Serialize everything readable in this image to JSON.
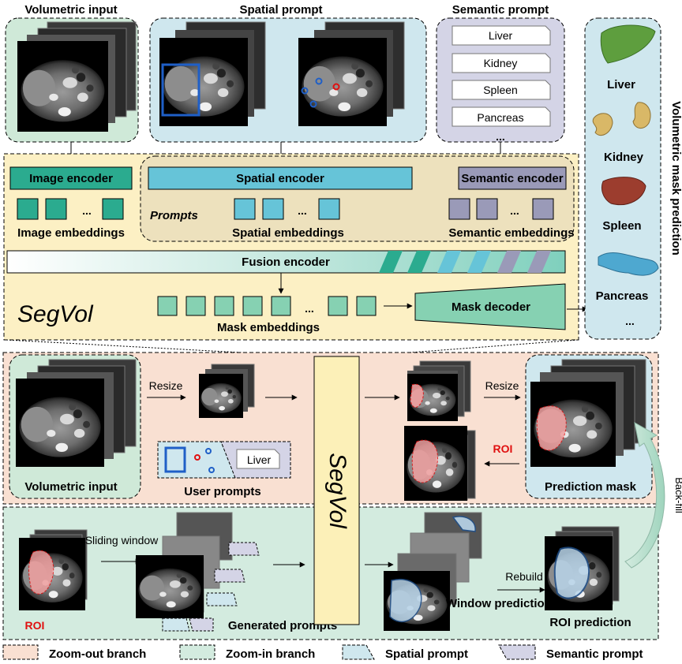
{
  "top": {
    "volumetric_input": "Volumetric input",
    "spatial_prompt": "Spatial prompt",
    "semantic_prompt": "Semantic prompt",
    "semantic_items": [
      "Liver",
      "Kidney",
      "Spleen",
      "Pancreas"
    ],
    "ellipsis": "..."
  },
  "encoders": {
    "image_encoder": "Image encoder",
    "spatial_encoder": "Spatial encoder",
    "semantic_encoder": "Semantic encoder",
    "prompts": "Prompts",
    "image_embeddings": "Image embeddings",
    "spatial_embeddings": "Spatial embeddings",
    "semantic_embeddings": "Semantic embeddings",
    "fusion_encoder": "Fusion encoder",
    "model_name": "SegVol",
    "mask_embeddings": "Mask embeddings",
    "mask_decoder": "Mask decoder",
    "ellipsis": "..."
  },
  "right_panel": {
    "title": "Volumetric mask prediction",
    "organs": [
      "Liver",
      "Kidney",
      "Spleen",
      "Pancreas"
    ],
    "ellipsis": "..."
  },
  "zoom_out": {
    "volumetric_input": "Volumetric input",
    "resize_in": "Resize",
    "resize_out": "Resize",
    "user_prompts": "User prompts",
    "user_prompt_text": "Liver",
    "roi": "ROI",
    "prediction_mask": "Prediction mask",
    "center_model": "SegVol",
    "back_fill": "Back-fill"
  },
  "zoom_in": {
    "roi": "ROI",
    "sliding_window": "Sliding window",
    "generated_prompts": "Generated prompts",
    "window_predictions": "Window predictions",
    "rebuild": "Rebuild",
    "roi_prediction": "ROI prediction"
  },
  "legend": [
    {
      "label": "Zoom-out branch",
      "color": "#f9e0d2"
    },
    {
      "label": "Zoom-in branch",
      "color": "#d3ebdf"
    },
    {
      "label": "Spatial prompt",
      "color": "#cfe7ee"
    },
    {
      "label": "Semantic prompt",
      "color": "#d4d4e6"
    }
  ],
  "colors": {
    "zoom_out_bg": "#f9e0d2",
    "zoom_in_bg": "#d3ebdf",
    "segvol_bg": "#fcf0c4",
    "prompts_bg": "#ede1bd",
    "image_encoder": "#2bab8f",
    "spatial_encoder": "#66c4d8",
    "semantic_encoder": "#9a9ab8",
    "mask_embed": "#86d1b2",
    "liver": "#5e9e3e",
    "kidney": "#d9b867",
    "spleen": "#9c3d2e",
    "pancreas": "#4ea8d0",
    "roi_red": "#e01010"
  }
}
